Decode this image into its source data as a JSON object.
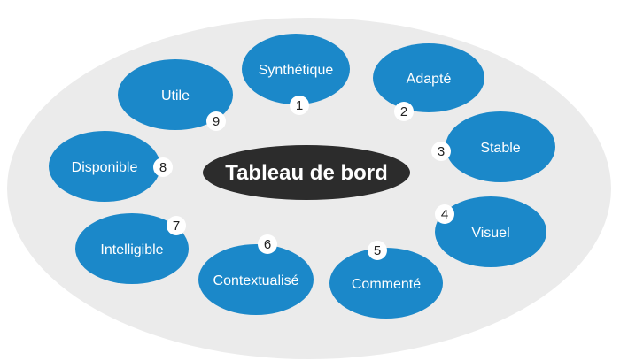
{
  "colors": {
    "background_ellipse": "#ebebeb",
    "bubble": "#1b88c9",
    "center": "#2c2c2c",
    "badge_fill": "#ffffff",
    "badge_text": "#222222",
    "label_text": "#ffffff"
  },
  "diagram": {
    "center_label": "Tableau de bord",
    "items": [
      {
        "number": "1",
        "label": "Synthétique"
      },
      {
        "number": "2",
        "label": "Adapté"
      },
      {
        "number": "3",
        "label": "Stable"
      },
      {
        "number": "4",
        "label": "Visuel"
      },
      {
        "number": "5",
        "label": "Commenté"
      },
      {
        "number": "6",
        "label": "Contextualisé"
      },
      {
        "number": "7",
        "label": "Intelligible"
      },
      {
        "number": "8",
        "label": "Disponible"
      },
      {
        "number": "9",
        "label": "Utile"
      }
    ]
  }
}
